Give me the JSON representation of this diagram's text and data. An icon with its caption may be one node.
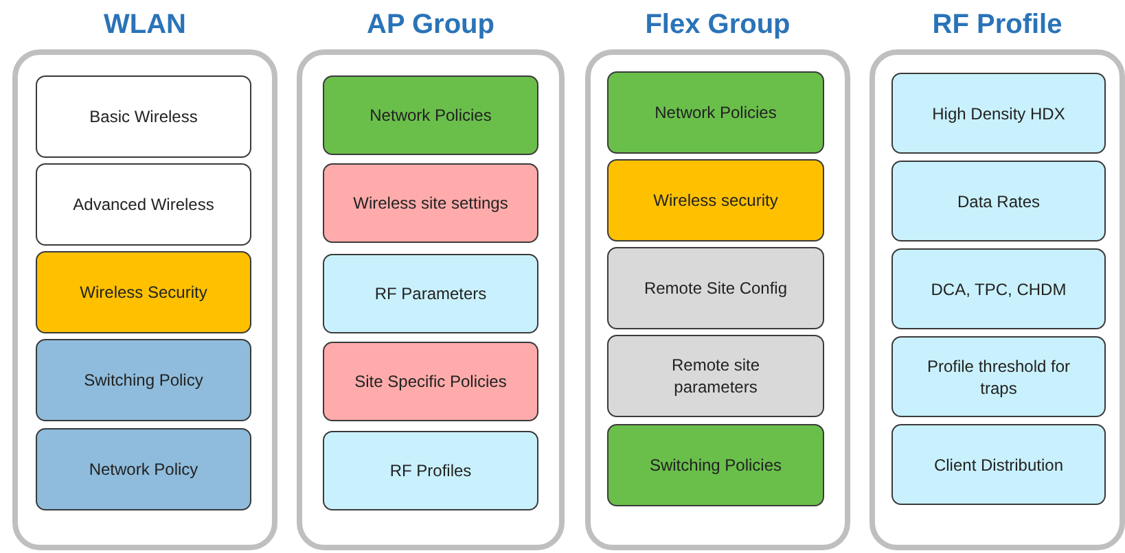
{
  "diagram": {
    "nodes": [
      {
        "text": [
          "WLAN"
        ]
      },
      {
        "text": [
          "Basic Wireless"
        ],
        "in": 0
      },
      {
        "text": [
          "Advanced Wireless"
        ],
        "in": 0
      },
      {
        "text": [
          "Wireless Security"
        ],
        "in": 0
      },
      {
        "text": [
          "Switching Policy"
        ],
        "in": 0
      },
      {
        "text": [
          "Network Policy"
        ],
        "in": 0
      },
      {
        "text": [
          "AP Group"
        ]
      },
      {
        "text": [
          "Network Policies"
        ],
        "in": 6
      },
      {
        "text": [
          "Wireless site settings"
        ],
        "in": 6
      },
      {
        "text": [
          "RF Parameters"
        ],
        "in": 6
      },
      {
        "text": [
          "Site Specific Policies"
        ],
        "in": 6
      },
      {
        "text": [
          "RF Profiles"
        ],
        "in": 6
      },
      {
        "text": [
          "Flex Group"
        ]
      },
      {
        "text": [
          "Network Policies"
        ],
        "in": 12
      },
      {
        "text": [
          "Wireless security"
        ],
        "in": 12
      },
      {
        "text": [
          "Remote Site Config"
        ],
        "in": 12
      },
      {
        "text": [
          "Remote site parameters"
        ],
        "in": 12
      },
      {
        "text": [
          "Switching Policies"
        ],
        "in": 12
      },
      {
        "text": [
          "RF Profile"
        ]
      },
      {
        "text": [
          "High Density HDX"
        ],
        "in": 18
      },
      {
        "text": [
          "Data Rates"
        ],
        "in": 18
      },
      {
        "text": [
          "DCA, TPC, CHDM"
        ],
        "in": 18
      },
      {
        "text": [
          "Profile threshold for traps"
        ],
        "in": 18
      },
      {
        "text": [
          "Client Distribution"
        ],
        "in": 18
      }
    ]
  }
}
